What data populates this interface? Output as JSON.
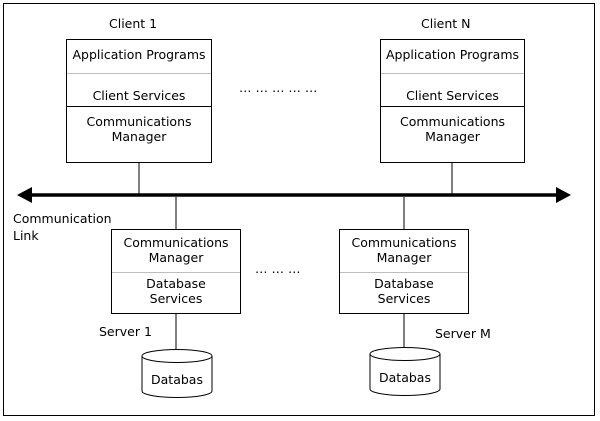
{
  "clients": [
    {
      "title": "Client 1",
      "app": "Application Programs",
      "services": "Client Services",
      "comm_1": "Communications",
      "comm_2": "Manager"
    },
    {
      "title": "Client N",
      "app": "Application Programs",
      "services": "Client Services",
      "comm_1": "Communications",
      "comm_2": "Manager"
    }
  ],
  "client_dots": "…   …   …   …   …",
  "link": {
    "line1": "Communication",
    "line2": "Link"
  },
  "servers": [
    {
      "title": "Server 1",
      "comm_1": "Communications",
      "comm_2": "Manager",
      "db_1": "Database",
      "db_2": "Services",
      "database": "Databas"
    },
    {
      "title": "Server M",
      "comm_1": "Communications",
      "comm_2": "Manager",
      "db_1": "Database",
      "db_2": "Services",
      "database": "Databas"
    }
  ],
  "server_dots": "…    …    …",
  "colors": {
    "line": "#000000",
    "background": "#ffffff"
  }
}
